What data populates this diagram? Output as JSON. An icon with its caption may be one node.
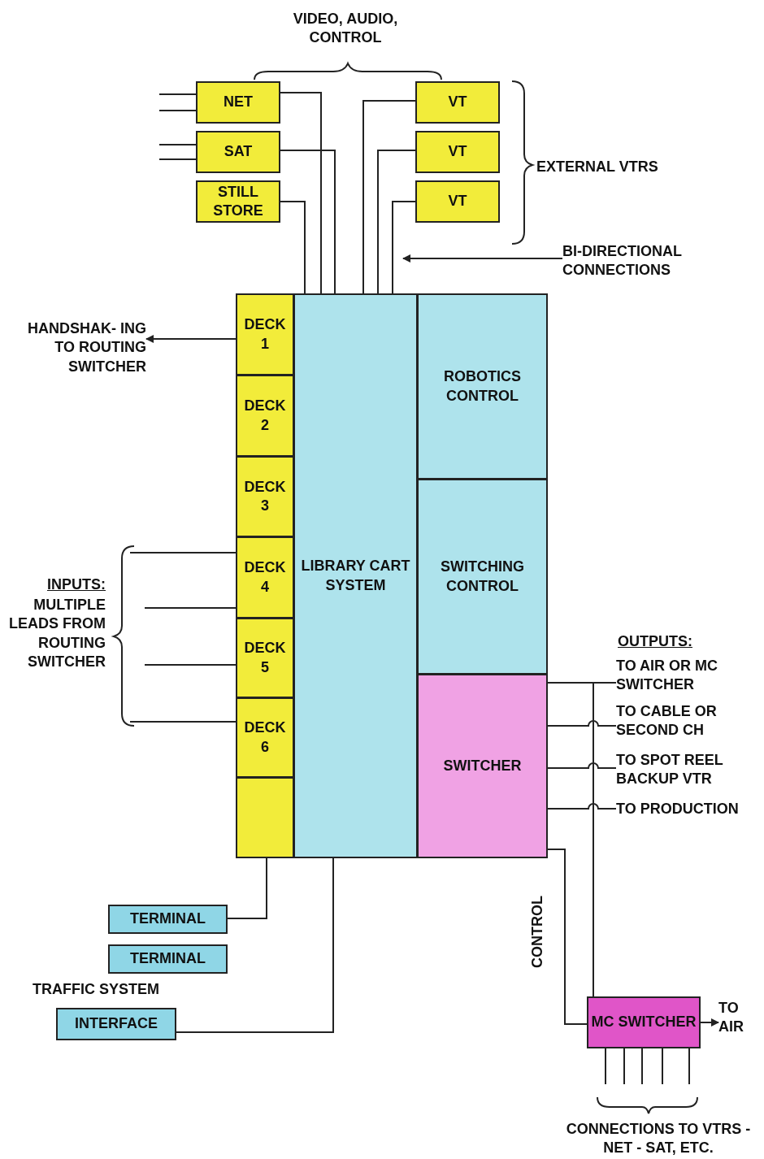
{
  "diagram": {
    "nodes": [
      {
        "text": [
          "NET"
        ]
      },
      {
        "text": [
          "SAT"
        ]
      },
      {
        "text": [
          "STILL STORE"
        ]
      },
      {
        "text": [
          "VT"
        ]
      },
      {
        "text": [
          "VT"
        ]
      },
      {
        "text": [
          "VT"
        ]
      },
      {
        "text": [
          "BI-DIRECTIONAL CONNECTIONS"
        ]
      },
      {
        "text": [
          "HANDSHAK- ING TO ROUTING SWITCHER"
        ]
      },
      {
        "text": [
          "DECK 1"
        ]
      },
      {
        "text": [
          "DECK 2"
        ]
      },
      {
        "text": [
          "DECK 3"
        ]
      },
      {
        "text": [
          "DECK 4"
        ]
      },
      {
        "text": [
          "DECK 5"
        ]
      },
      {
        "text": [
          "DECK 6"
        ]
      },
      {
        "text": [],
        "shape": "box"
      },
      {
        "text": [
          "LIBRARY CART SYSTEM"
        ]
      },
      {
        "text": [
          "ROBOTICS CONTROL"
        ]
      },
      {
        "text": [
          "SWITCHING CONTROL"
        ]
      },
      {
        "text": [
          "SWITCHER"
        ]
      },
      {
        "text": [
          "TO AIR OR MC SWITCHER"
        ]
      },
      {
        "text": [
          "TO CABLE OR SECOND CH"
        ]
      },
      {
        "text": [
          "TO SPOT REEL BACKUP VTR"
        ]
      },
      {
        "text": [
          "TO PRODUCTION"
        ]
      },
      {
        "text": [
          "TERMINAL"
        ]
      },
      {
        "text": [
          "TERMINAL"
        ]
      },
      {
        "text": [
          "INTERFACE"
        ],
        "beside": [
          "TRAFFIC SYSTEM"
        ]
      },
      {
        "text": [
          "MC SWITCHER"
        ]
      },
      {
        "text": [
          "TO AIR"
        ]
      }
    ],
    "edges": [
      {
        "from": null,
        "to": 0,
        "arrow": "none"
      },
      {
        "from": null,
        "to": 0,
        "arrow": "none"
      },
      {
        "from": null,
        "to": 1,
        "arrow": "none"
      },
      {
        "from": null,
        "to": 1,
        "arrow": "none"
      },
      {
        "from": 0,
        "to": 15,
        "arrow": "none"
      },
      {
        "from": 1,
        "to": 15,
        "arrow": "none"
      },
      {
        "from": 2,
        "to": 15,
        "arrow": "none"
      },
      {
        "from": 3,
        "to": 15,
        "arrow": "none"
      },
      {
        "from": 4,
        "to": 15,
        "arrow": "none"
      },
      {
        "from": 5,
        "to": 15,
        "arrow": "none"
      },
      {
        "from": 6,
        "to": null,
        "arrow": "to"
      },
      {
        "from": 8,
        "to": 7,
        "arrow": "to"
      },
      {
        "from": null,
        "to": 11,
        "arrow": "none"
      },
      {
        "from": null,
        "to": 11,
        "arrow": "none"
      },
      {
        "from": null,
        "to": 12,
        "arrow": "none"
      },
      {
        "from": null,
        "to": 13,
        "arrow": "none"
      },
      {
        "from": 18,
        "to": 19,
        "arrow": "none"
      },
      {
        "from": 18,
        "to": 20,
        "arrow": "none"
      },
      {
        "from": 18,
        "to": 21,
        "arrow": "none"
      },
      {
        "from": 18,
        "to": 22,
        "arrow": "none"
      },
      {
        "from": 18,
        "to": 26,
        "arrow": "none"
      },
      {
        "from": 18,
        "to": 26,
        "label": "CONTROL",
        "arrow": "none"
      },
      {
        "from": 23,
        "to": 14,
        "arrow": "none"
      },
      {
        "from": 25,
        "to": 15,
        "arrow": "none"
      },
      {
        "from": 26,
        "to": 27,
        "arrow": "to"
      },
      {
        "from": 26,
        "to": null,
        "arrow": "none"
      },
      {
        "from": 26,
        "to": null,
        "arrow": "none"
      },
      {
        "from": 26,
        "to": null,
        "arrow": "none"
      },
      {
        "from": 26,
        "to": null,
        "arrow": "none"
      },
      {
        "from": 26,
        "to": null,
        "arrow": "none"
      }
    ],
    "labels": [
      "VIDEO, AUDIO, CONTROL",
      "EXTERNAL VTRS",
      "INPUTS:",
      "MULTIPLE LEADS FROM ROUTING SWITCHER",
      "OUTPUTS:",
      "CONNECTIONS TO VTRS - NET - SAT, ETC."
    ]
  }
}
